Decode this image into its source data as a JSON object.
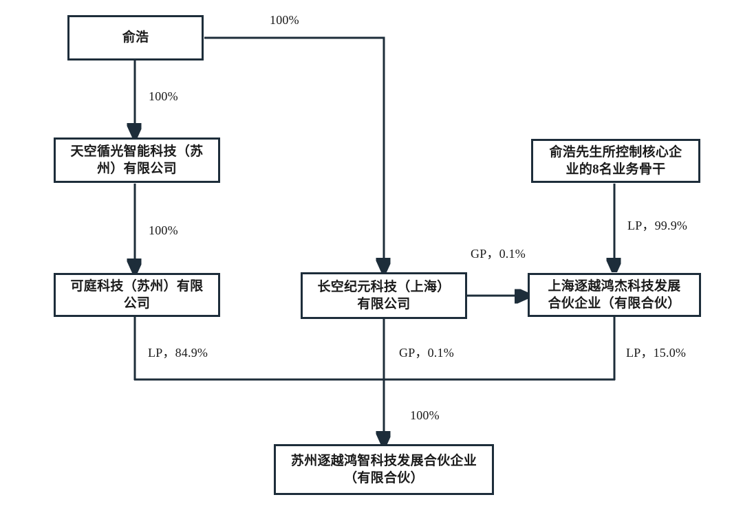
{
  "diagram": {
    "type": "org-ownership-chart",
    "title_visible": false,
    "colors": {
      "box_border": "#1d2d3a",
      "box_fill": "#ffffff",
      "connector": "#1d2d3a",
      "text": "#1a1a1a",
      "page_background": "#ffffff"
    },
    "nodes": [
      {
        "id": "yuhao",
        "label": "俞浩"
      },
      {
        "id": "tiankong",
        "label": "天空循光智能科技（苏\n州）有限公司"
      },
      {
        "id": "keting",
        "label": "可庭科技（苏州）有限\n公司"
      },
      {
        "id": "changkong",
        "label": "长空纪元科技（上海）\n有限公司"
      },
      {
        "id": "gugan",
        "label": "俞浩先生所控制核心企\n业的8名业务骨干"
      },
      {
        "id": "shanghai_zyhj",
        "label": "上海逐越鸿杰科技发展\n合伙企业（有限合伙）"
      },
      {
        "id": "suzhou_zyhz",
        "label": "苏州逐越鸿智科技发展合伙企业\n（有限合伙）"
      }
    ],
    "edges": [
      {
        "id": "e1",
        "from": "yuhao",
        "to": "tiankong",
        "label": "100%"
      },
      {
        "id": "e2",
        "from": "yuhao",
        "to": "changkong",
        "label": "100%"
      },
      {
        "id": "e3",
        "from": "tiankong",
        "to": "keting",
        "label": "100%"
      },
      {
        "id": "e4",
        "from": "gugan",
        "to": "shanghai_zyhj",
        "label": "LP，99.9%"
      },
      {
        "id": "e5",
        "from": "changkong",
        "to": "shanghai_zyhj",
        "label": "GP，0.1%"
      },
      {
        "id": "e6",
        "from": "keting",
        "to": "suzhou_zyhz",
        "label": "LP，84.9%"
      },
      {
        "id": "e7",
        "from": "changkong",
        "to": "suzhou_zyhz",
        "label": "GP，0.1%"
      },
      {
        "id": "e8",
        "from": "shanghai_zyhj",
        "to": "suzhou_zyhz",
        "label": "LP，15.0%"
      },
      {
        "id": "e9",
        "from": "junction",
        "to": "suzhou_zyhz",
        "label": "100%"
      }
    ]
  }
}
